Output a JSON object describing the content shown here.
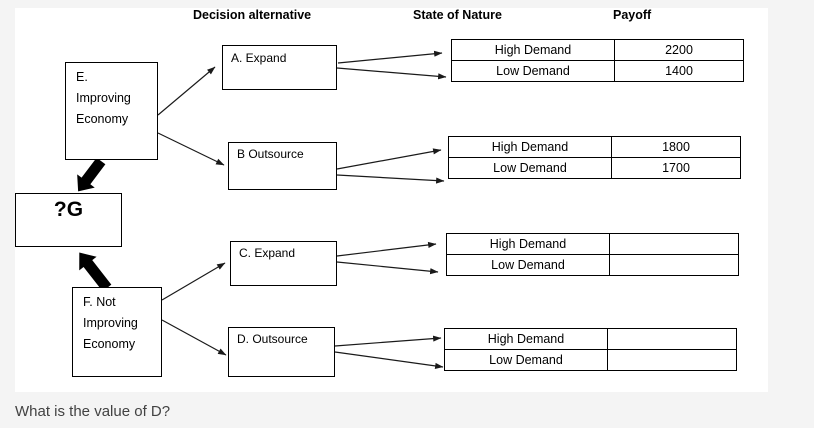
{
  "colors": {
    "page_bg": "#f4f4f4",
    "canvas_bg": "#ffffff",
    "diagram_ink": "#000000",
    "question_text": "#424242"
  },
  "headers": {
    "decision_alternative": "Decision alternative",
    "state_of_nature": "State of Nature",
    "payoff": "Payoff"
  },
  "nodes": {
    "e": "E.\nImproving\nEconomy",
    "f": "F. Not\nImproving\nEconomy",
    "g": "?G",
    "a": "A. Expand",
    "b": "B Outsource",
    "c": "C. Expand",
    "d": "D. Outsource"
  },
  "tables": [
    {
      "rows": [
        {
          "state": "High Demand",
          "payoff": "2200"
        },
        {
          "state": "Low Demand",
          "payoff": "1400"
        }
      ]
    },
    {
      "rows": [
        {
          "state": "High Demand",
          "payoff": "1800"
        },
        {
          "state": "Low Demand",
          "payoff": "1700"
        }
      ]
    },
    {
      "rows": [
        {
          "state": "High Demand",
          "payoff": ""
        },
        {
          "state": "Low Demand",
          "payoff": ""
        }
      ]
    },
    {
      "rows": [
        {
          "state": "High Demand",
          "payoff": ""
        },
        {
          "state": "Low Demand",
          "payoff": ""
        }
      ]
    }
  ],
  "question": "What is the value of D?"
}
